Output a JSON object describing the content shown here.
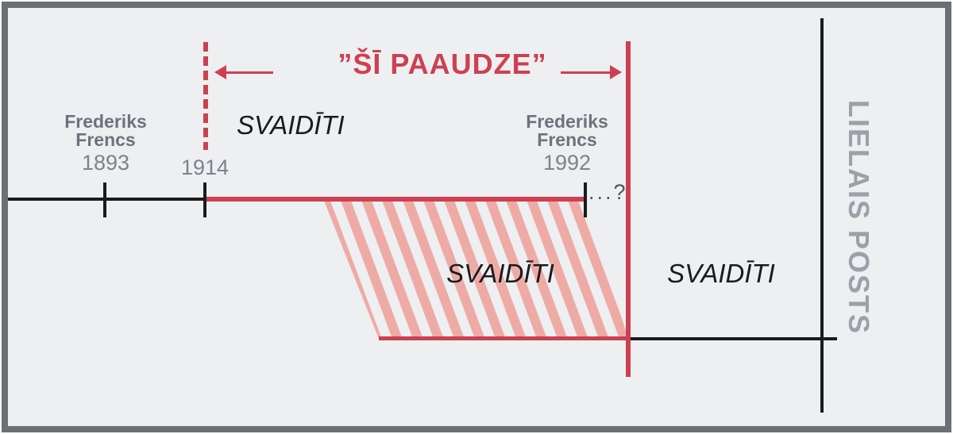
{
  "colors": {
    "red": "#cd4052",
    "hatch": "#eeaba6",
    "ink": "#1a1b1d",
    "name": "#6b747d",
    "year": "#7b838c",
    "ellipsis": "#4f565c",
    "side": "#9aa1a8",
    "bg": "#edeff1",
    "border": "#6a7074"
  },
  "title": {
    "text": "”ŠĪ PAAUDZE”"
  },
  "timeline": {
    "person_left": {
      "name1": "Frederiks",
      "name2": "Frencs",
      "year": "1893"
    },
    "start_year": {
      "label": "1914"
    },
    "person_right": {
      "name1": "Frederiks",
      "name2": "Frencs",
      "year": "1992"
    },
    "continuation": {
      "label": "...?"
    }
  },
  "regions": {
    "svaiditi_before": "SVAIDĪTI",
    "svaiditi_during": "SVAIDĪTI",
    "svaiditi_after": "SVAIDĪTI",
    "side_label": "LIELAIS POSTS"
  }
}
